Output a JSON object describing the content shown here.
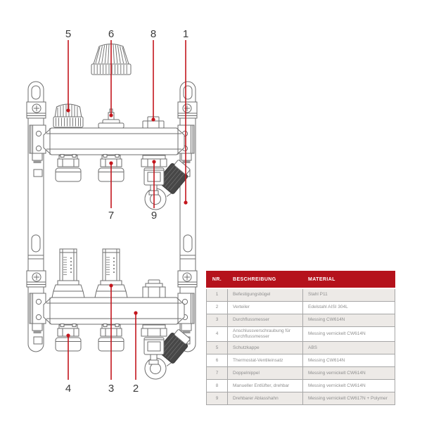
{
  "diagram": {
    "callouts": [
      {
        "id": "5"
      },
      {
        "id": "6"
      },
      {
        "id": "8"
      },
      {
        "id": "1"
      },
      {
        "id": "7"
      },
      {
        "id": "9"
      },
      {
        "id": "4"
      },
      {
        "id": "3"
      },
      {
        "id": "2"
      }
    ]
  },
  "table": {
    "headers": [
      "NR.",
      "BESCHREIBUNG",
      "MATERIAL"
    ],
    "rows": [
      {
        "nr": "1",
        "beschreibung": "Befestigungsbügel",
        "material": "Stahl P11"
      },
      {
        "nr": "2",
        "beschreibung": "Verteiler",
        "material": "Edelstahl AISI 304L"
      },
      {
        "nr": "3",
        "beschreibung": "Durchflussmesser",
        "material": "Messing CW614N"
      },
      {
        "nr": "4",
        "beschreibung": "Anschlussverschraubung für Durchflussmesser",
        "material": "Messing vernickelt CW614N"
      },
      {
        "nr": "5",
        "beschreibung": "Schutzkappe",
        "material": "ABS"
      },
      {
        "nr": "6",
        "beschreibung": "Thermostat-Ventileinsatz",
        "material": "Messing CW614N"
      },
      {
        "nr": "7",
        "beschreibung": "Doppelnippel",
        "material": "Messing vernickelt CW614N"
      },
      {
        "nr": "8",
        "beschreibung": "Manueller Entlüfter, drehbar",
        "material": "Messing vernickelt CW614N"
      },
      {
        "nr": "9",
        "beschreibung": "Drehbarer Ablasshahn",
        "material": "Messing vernickelt CW617N + Polymer"
      }
    ]
  },
  "colors": {
    "accent_header": "#b5121c",
    "leader_red": "#c3161d",
    "line_gray": "#6d6d6d",
    "row_stripe": "#edeae7"
  }
}
